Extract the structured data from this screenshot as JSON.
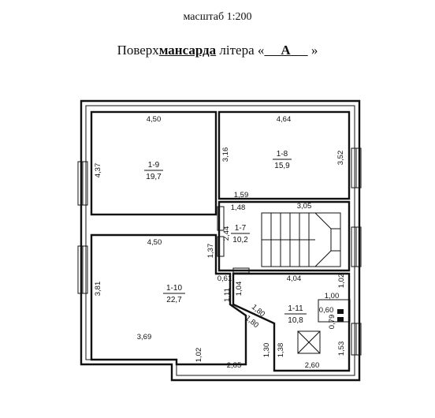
{
  "header": {
    "scale": "масштаб 1:200",
    "floor_prefix": "Поверх",
    "floor_name": "мансарда",
    "letter_prefix": "літера «",
    "letter": "А",
    "letter_suffix": "»"
  },
  "rooms": [
    {
      "id": "1-9",
      "area": "19,7"
    },
    {
      "id": "1-8",
      "area": "15,9"
    },
    {
      "id": "1-7",
      "area": "10,2"
    },
    {
      "id": "1-10",
      "area": "22,7"
    },
    {
      "id": "1-11",
      "area": "10,8"
    }
  ],
  "dimensions": {
    "r9_top": "4,50",
    "r9_left": "4,37",
    "r8_top": "4,64",
    "r8_left": "3,16",
    "r8_right": "3,52",
    "d_159": "1,59",
    "d_148": "1,48",
    "d_305": "3,05",
    "d_244": "2,44",
    "d_137": "1,37",
    "r10_top": "4,50",
    "r10_left": "3,81",
    "r10_bottom": "3,69",
    "d_061": "0,61",
    "d_111": "1,11",
    "d_104": "1,04",
    "d_404": "4,04",
    "d_102a": "1,02",
    "d_100": "1,00",
    "d_060": "0,60",
    "d_079": "0,79",
    "d_180a": "1,80",
    "d_180b": "1,80",
    "d_102b": "1,02",
    "d_285": "2,85",
    "d_130": "1,30",
    "d_138": "1,38",
    "d_260": "2,60",
    "d_153": "1,53"
  }
}
